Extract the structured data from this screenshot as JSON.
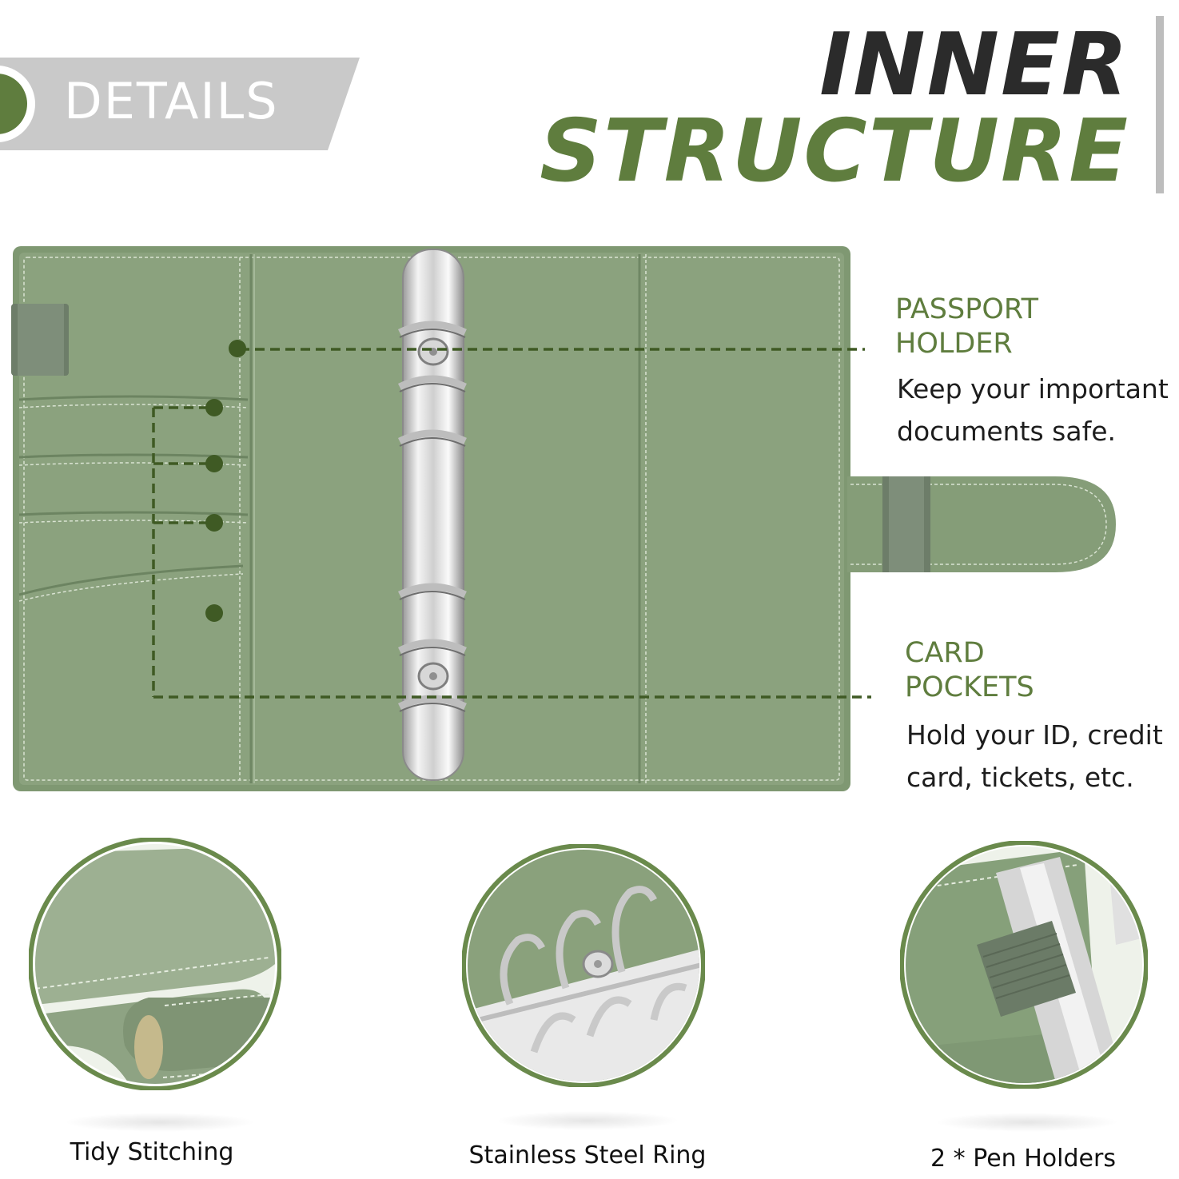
{
  "header": {
    "badge_label": "DETAILS",
    "title_line1": "INNER",
    "title_line2": "STRUCTURE"
  },
  "features": [
    {
      "title_line1": "PASSPORT",
      "title_line2": "HOLDER",
      "desc_line1": "Keep your important",
      "desc_line2": "documents safe."
    },
    {
      "title_line1": "CARD",
      "title_line2": "POCKETS",
      "desc_line1": "Hold your ID, credit",
      "desc_line2": "card, tickets, etc."
    }
  ],
  "details": [
    {
      "caption": "Tidy Stitching"
    },
    {
      "caption": "Stainless Steel Ring"
    },
    {
      "caption": "2 * Pen Holders"
    }
  ],
  "colors": {
    "accent": "#5f7d3e",
    "leather": "#8aa17c",
    "leather_dark": "#6f8764",
    "badge_gray": "#c8c8c8"
  }
}
